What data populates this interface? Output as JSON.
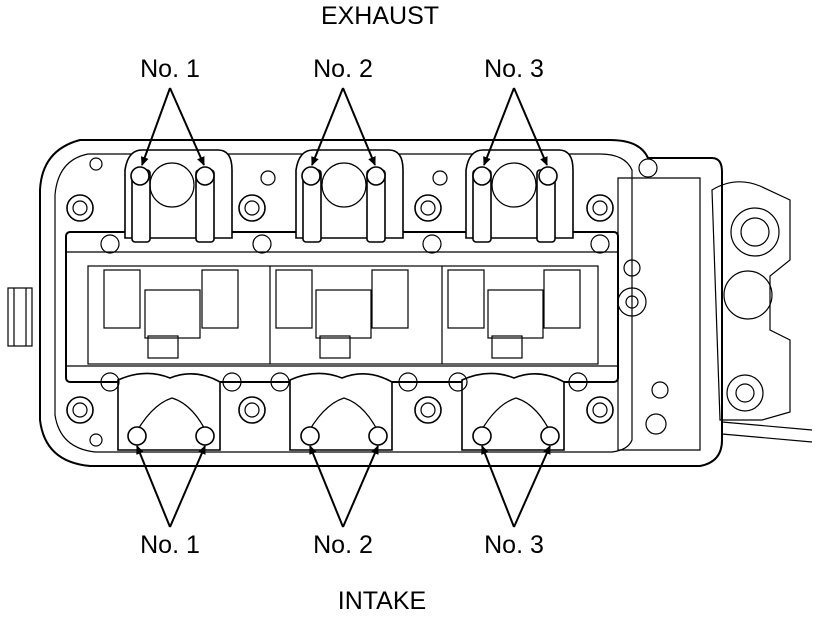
{
  "diagram": {
    "top_label": "EXHAUST",
    "bottom_label": "INTAKE",
    "exhaust_cylinders": [
      "No. 1",
      "No. 2",
      "No. 3"
    ],
    "intake_cylinders": [
      "No. 1",
      "No. 2",
      "No. 3"
    ]
  }
}
